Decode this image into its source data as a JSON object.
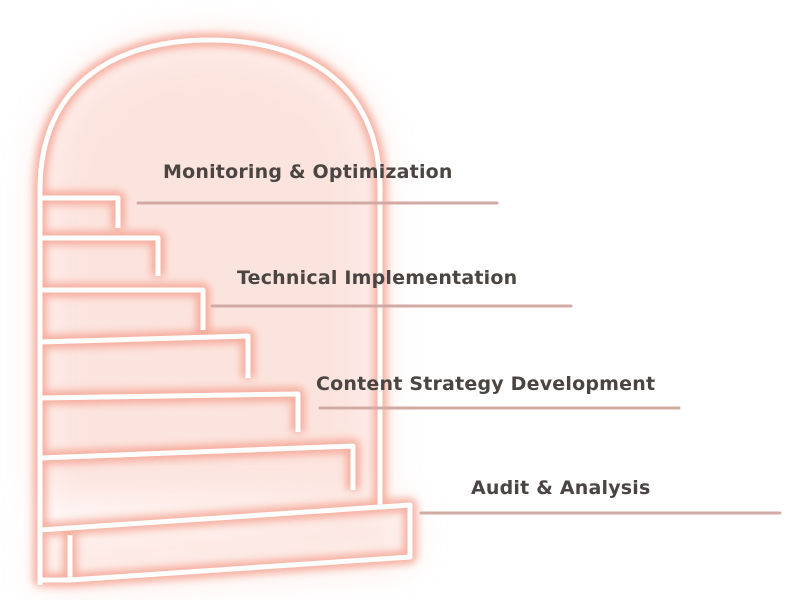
{
  "steps": [
    {
      "label": "Audit & Analysis"
    },
    {
      "label": "Content Strategy Development"
    },
    {
      "label": "Technical Implementation"
    },
    {
      "label": "Monitoring & Optimization"
    }
  ],
  "colors": {
    "glow": "#f6a08c",
    "stroke": "#ffffff",
    "underline": "#d8b3ad",
    "text": "#4a4542"
  },
  "icon": "arched-staircase-icon"
}
